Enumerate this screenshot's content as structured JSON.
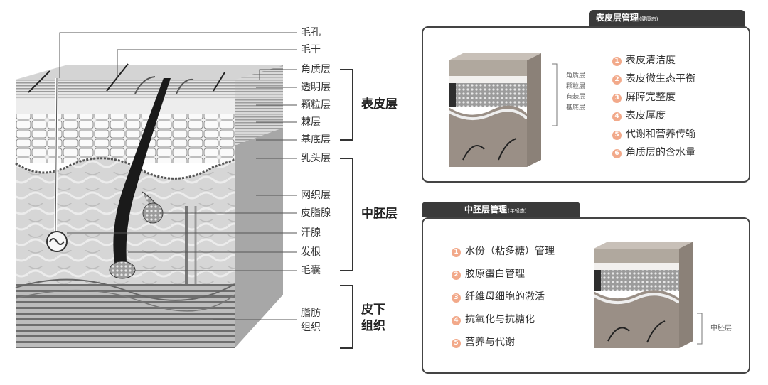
{
  "left_diagram": {
    "labels": {
      "pore": "毛孔",
      "hair_shaft": "毛干",
      "stratum_corneum": "角质层",
      "stratum_lucidum": "透明层",
      "stratum_granulosum": "颗粒层",
      "stratum_spinosum": "棘层",
      "stratum_basale": "基底层",
      "papillary_layer": "乳头层",
      "reticular_layer": "网织层",
      "sebaceous_gland": "皮脂腺",
      "sweat_gland": "汗腺",
      "hair_root": "发根",
      "hair_follicle": "毛囊",
      "fat_line1": "脂肪",
      "fat_line2": "组织"
    },
    "groups": {
      "epidermis": "表皮层",
      "dermis": "中胚层",
      "subcutaneous_line1": "皮下",
      "subcutaneous_line2": "组织"
    }
  },
  "epidermis_panel": {
    "title": "表皮层管理",
    "subtitle": "(健康态)",
    "layer_labels": [
      "角质层",
      "颗粒层",
      "有棘层",
      "基底层"
    ],
    "items": [
      {
        "num": "1",
        "text": "表皮清洁度"
      },
      {
        "num": "2",
        "text": "表皮微生态平衡"
      },
      {
        "num": "3",
        "text": "屏障完整度"
      },
      {
        "num": "4",
        "text": "表皮厚度"
      },
      {
        "num": "5",
        "text": "代谢和营养传输"
      },
      {
        "num": "6",
        "text": "角质层的含水量"
      }
    ]
  },
  "dermis_panel": {
    "title": "中胚层管理",
    "subtitle": "(年轻态)",
    "layer_label": "中胚层",
    "items": [
      {
        "num": "1",
        "text": "水份（粘多糖）管理"
      },
      {
        "num": "2",
        "text": "胶原蛋白管理"
      },
      {
        "num": "3",
        "text": "纤维母细胞的激活"
      },
      {
        "num": "4",
        "text": "抗氧化与抗糖化"
      },
      {
        "num": "5",
        "text": "营养与代谢"
      }
    ]
  },
  "colors": {
    "accent_number": "#f2a98a",
    "panel_border": "#444444",
    "tab_bg": "#3a3a3a"
  }
}
